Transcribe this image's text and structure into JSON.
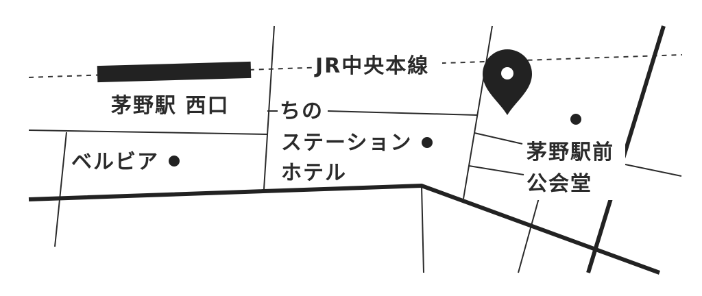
{
  "map": {
    "labels": {
      "railway": "JR中央本線",
      "station_west_exit": "茅野駅 西口",
      "chino": "ちの",
      "station_hotel": "ステーション",
      "hotel": "ホテル",
      "belvia": "ベルビア",
      "public_hall_line1": "茅野駅前",
      "public_hall_line2": "公会堂"
    },
    "colors": {
      "ink": "#2a2a2a",
      "background": "#ffffff"
    },
    "icons": [
      "map-pin-icon"
    ]
  }
}
